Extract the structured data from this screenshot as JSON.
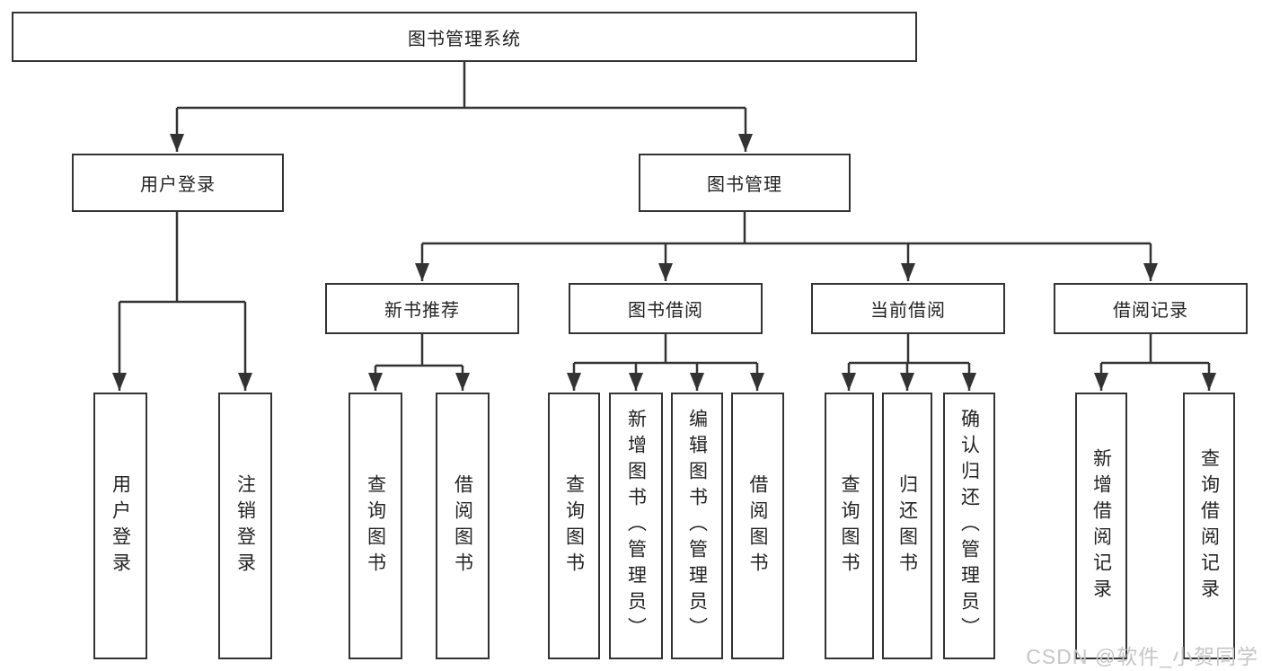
{
  "diagram": {
    "root": {
      "label": "图书管理系统"
    },
    "branches": [
      {
        "label": "用户登录",
        "children": [
          {
            "label": "用户登录"
          },
          {
            "label": "注销登录"
          }
        ]
      },
      {
        "label": "图书管理",
        "children": [
          {
            "label": "新书推荐",
            "children": [
              {
                "label": "查询图书"
              },
              {
                "label": "借阅图书"
              }
            ]
          },
          {
            "label": "图书借阅",
            "children": [
              {
                "label": "查询图书"
              },
              {
                "label": "新增图书（管理员）"
              },
              {
                "label": "编辑图书（管理员）"
              },
              {
                "label": "借阅图书"
              }
            ]
          },
          {
            "label": "当前借阅",
            "children": [
              {
                "label": "查询图书"
              },
              {
                "label": "归还图书"
              },
              {
                "label": "确认归还（管理员）"
              }
            ]
          },
          {
            "label": "借阅记录",
            "children": [
              {
                "label": "新增借阅记录"
              },
              {
                "label": "查询借阅记录"
              }
            ]
          }
        ]
      }
    ]
  },
  "watermark": {
    "text": "CSDN @软件_小贺同学"
  },
  "colors": {
    "line": "#333333",
    "border": "#333333",
    "background": "#ffffff",
    "text": "#232323",
    "watermark": "#c6c6c6"
  }
}
